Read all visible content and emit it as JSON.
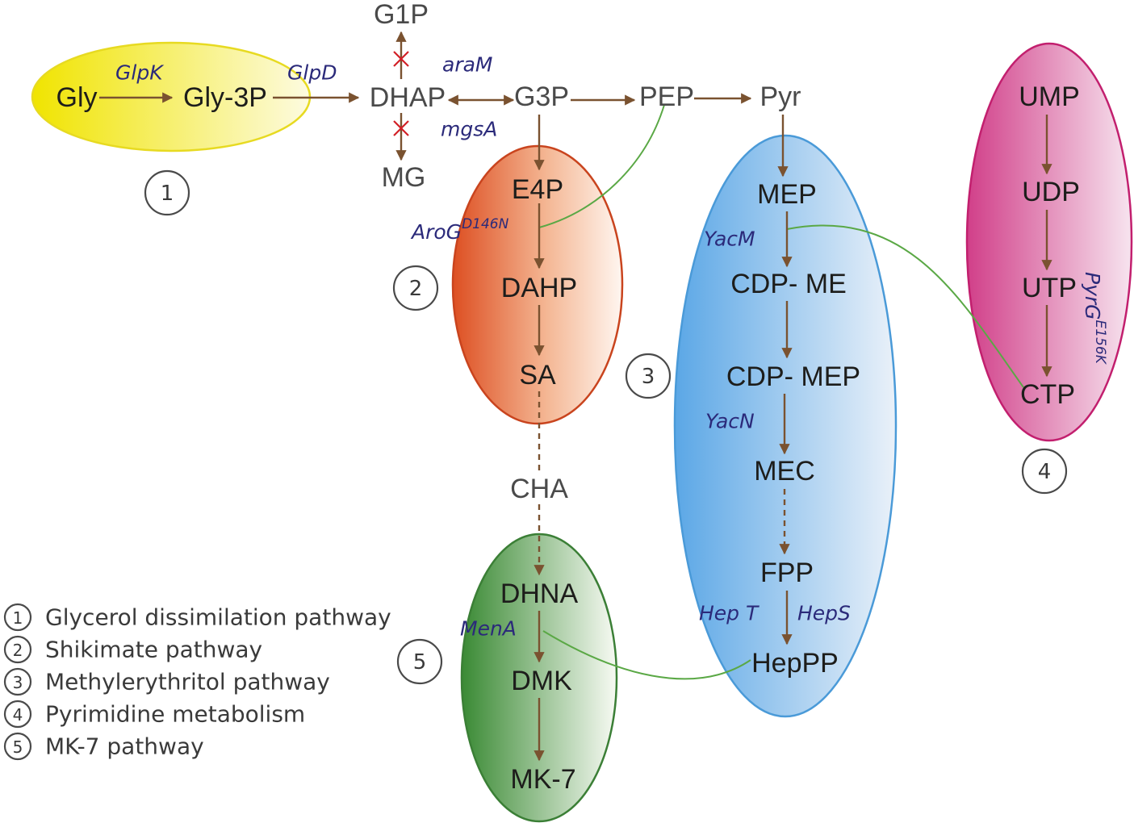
{
  "metabolites": {
    "gly": "Gly",
    "gly3p": "Gly-3P",
    "dhap": "DHAP",
    "g1p": "G1P",
    "mg": "MG",
    "g3p": "G3P",
    "pep": "PEP",
    "pyr": "Pyr",
    "e4p": "E4P",
    "dahp": "DAHP",
    "sa": "SA",
    "cha": "CHA",
    "dhna": "DHNA",
    "dmk": "DMK",
    "mk7": "MK-7",
    "mep": "MEP",
    "cdp_me": "CDP- ME",
    "cdp_mep": "CDP- MEP",
    "mec": "MEC",
    "fpp": "FPP",
    "heppp": "HepPP",
    "ump": "UMP",
    "udp": "UDP",
    "utp": "UTP",
    "ctp": "CTP"
  },
  "enzymes": {
    "glpk": "GlpK",
    "glpd": "GlpD",
    "aram": "araM",
    "mgsa": "mgsA",
    "arog": "AroG",
    "arog_sup": "D146N",
    "yacm": "YacM",
    "yacn": "YacN",
    "hept": "Hep T",
    "heps": "HepS",
    "mena": "MenA",
    "pyrg": "PyrG",
    "pyrg_sup": "E156K"
  },
  "pathway_numbers": [
    "1",
    "2",
    "3",
    "4",
    "5"
  ],
  "legend": [
    {
      "num": "1",
      "label": "Glycerol dissimilation pathway"
    },
    {
      "num": "2",
      "label": "Shikimate pathway"
    },
    {
      "num": "3",
      "label": "Methylerythritol pathway"
    },
    {
      "num": "4",
      "label": "Pyrimidine metabolism"
    },
    {
      "num": "5",
      "label": "MK-7 pathway"
    }
  ],
  "colors": {
    "glycerol": "#f2e600",
    "shikimate": "#e0562a",
    "mep": "#66ade6",
    "pyrimidine": "#d6408c",
    "mk7": "#3f8c3a",
    "arrow": "#7a5230",
    "link": "#5aa845",
    "block": "#d21f26",
    "enzyme_text": "#2b2a7a"
  }
}
